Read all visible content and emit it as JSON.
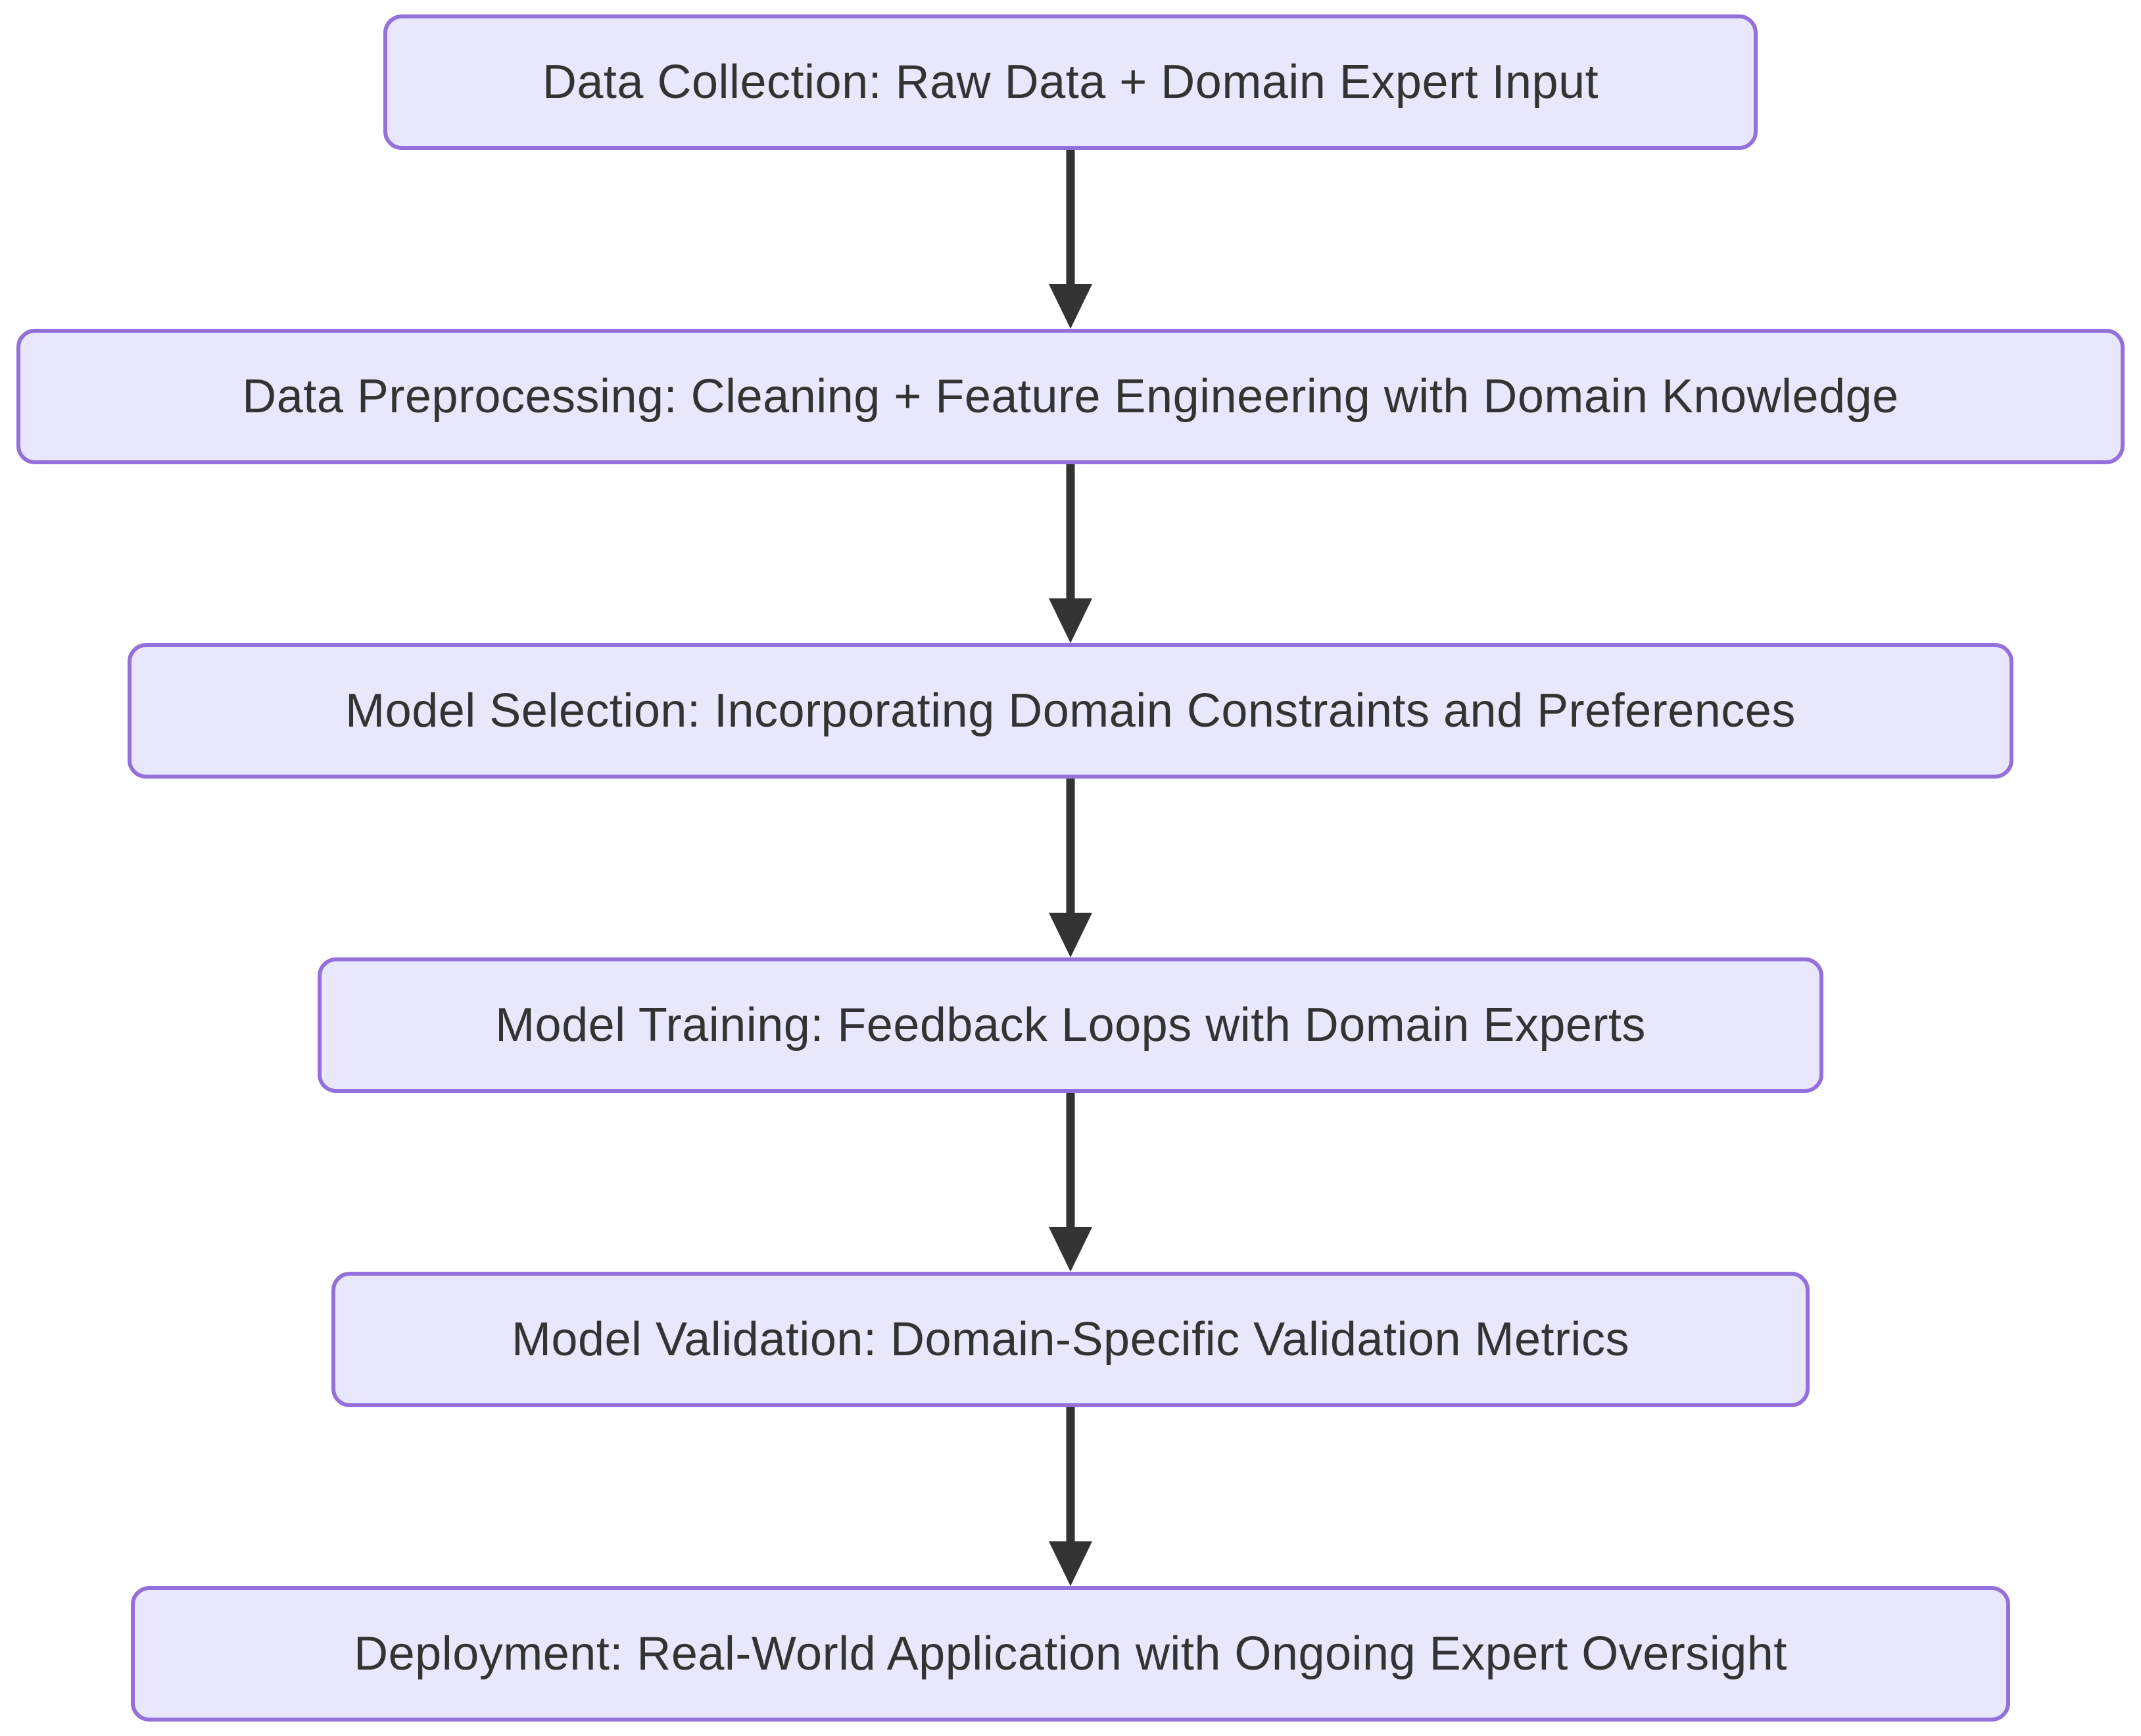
{
  "diagram": {
    "type": "flowchart",
    "direction": "top-to-bottom",
    "nodes": [
      {
        "id": "data-collection",
        "label": "Data Collection: Raw Data + Domain Expert Input"
      },
      {
        "id": "data-preprocessing",
        "label": "Data Preprocessing: Cleaning + Feature Engineering with Domain Knowledge"
      },
      {
        "id": "model-selection",
        "label": "Model Selection: Incorporating Domain Constraints and Preferences"
      },
      {
        "id": "model-training",
        "label": "Model Training: Feedback Loops with Domain Experts"
      },
      {
        "id": "model-validation",
        "label": "Model Validation: Domain-Specific Validation Metrics"
      },
      {
        "id": "deployment",
        "label": "Deployment: Real-World Application with Ongoing Expert Oversight"
      }
    ],
    "edges": [
      {
        "from": "data-collection",
        "to": "data-preprocessing"
      },
      {
        "from": "data-preprocessing",
        "to": "model-selection"
      },
      {
        "from": "model-selection",
        "to": "model-training"
      },
      {
        "from": "model-training",
        "to": "model-validation"
      },
      {
        "from": "model-validation",
        "to": "deployment"
      }
    ],
    "theme": {
      "node_fill": "#E8E7FB",
      "node_border": "#9370DB",
      "node_text": "#333333",
      "arrow_color": "#333333",
      "background": "#FFFFFF"
    }
  }
}
